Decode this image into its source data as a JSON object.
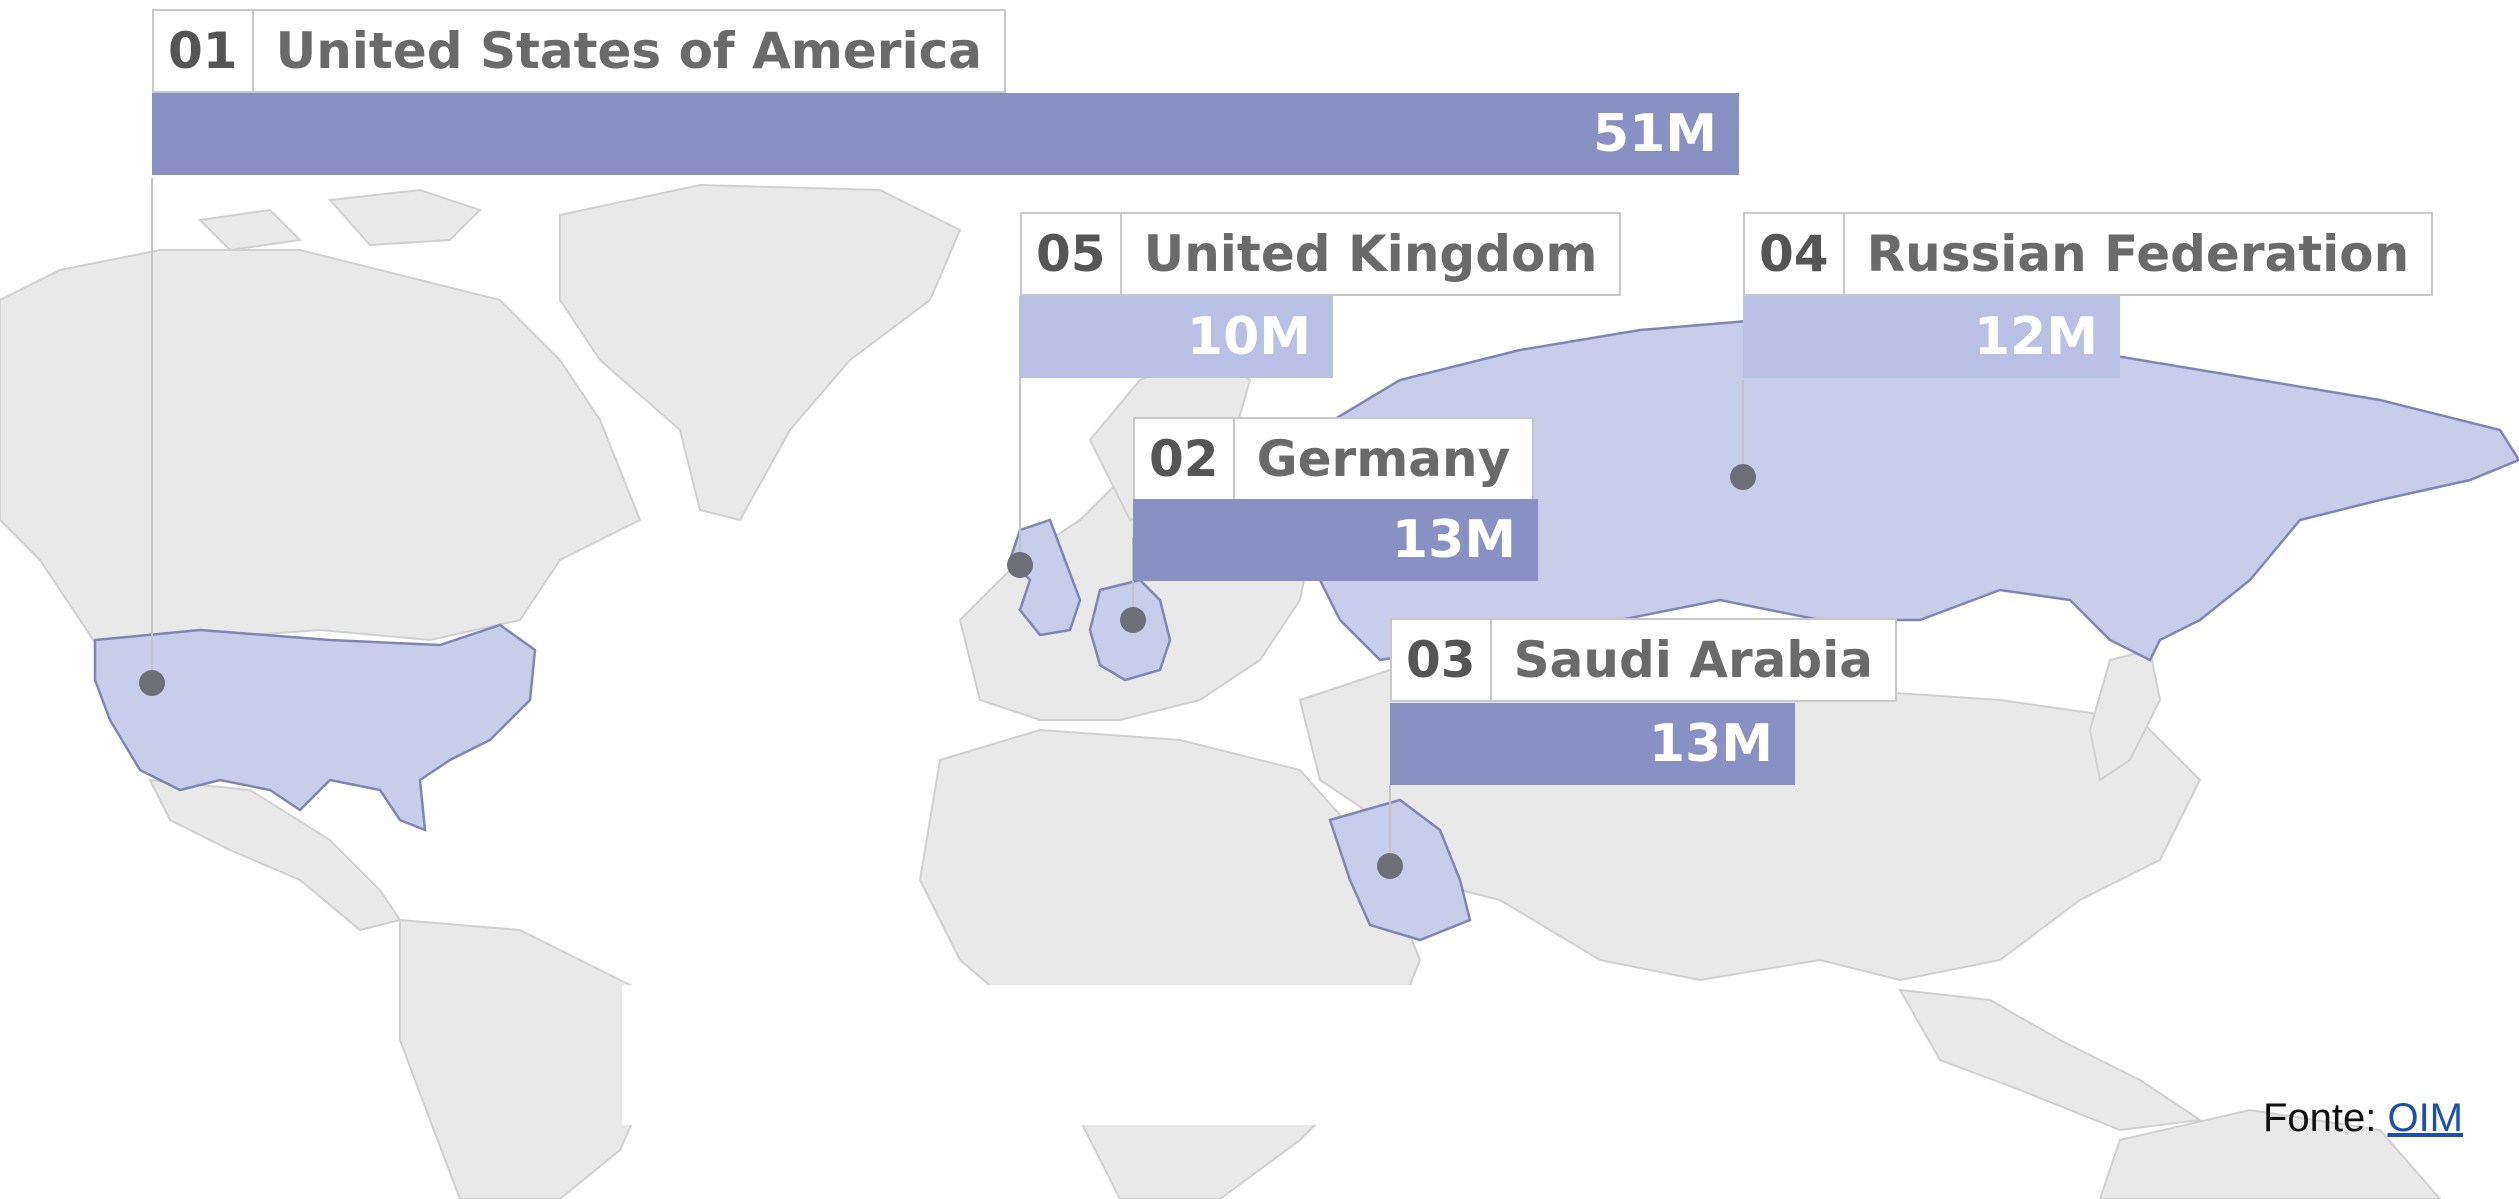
{
  "map": {
    "highlight_color": "#c7cdea",
    "bar_color": "#8990c4",
    "bar_color_light": "#b9c0e6",
    "marker_color": "#6e6e78"
  },
  "countries": [
    {
      "rank": "01",
      "name": "United States of America",
      "value_label": "51M",
      "value_millions": 51
    },
    {
      "rank": "02",
      "name": "Germany",
      "value_label": "13M",
      "value_millions": 13
    },
    {
      "rank": "03",
      "name": "Saudi Arabia",
      "value_label": "13M",
      "value_millions": 13
    },
    {
      "rank": "04",
      "name": "Russian Federation",
      "value_label": "12M",
      "value_millions": 12
    },
    {
      "rank": "05",
      "name": "United Kingdom",
      "value_label": "10M",
      "value_millions": 10
    }
  ],
  "source": {
    "prefix": "Fonte: ",
    "link_text": "OIM"
  }
}
